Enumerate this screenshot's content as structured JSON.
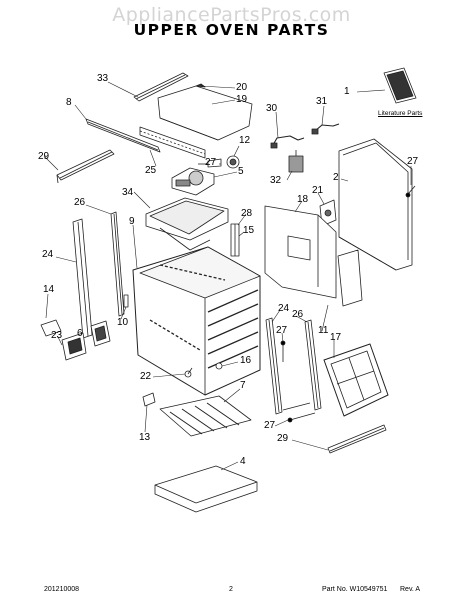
{
  "watermark": "AppliancePartsPros.com",
  "title": "UPPER OVEN PARTS",
  "literature_label": "Literature Parts",
  "footer": {
    "doc_code": "201210008",
    "page_number": "2",
    "part_number": "Part No. W10549751",
    "revision": "Rev. A"
  },
  "callouts": [
    "33",
    "20",
    "19",
    "8",
    "30",
    "31",
    "1",
    "12",
    "29",
    "27",
    "25",
    "5",
    "32",
    "2",
    "27",
    "34",
    "28",
    "21",
    "18",
    "26",
    "15",
    "9",
    "24",
    "14",
    "6",
    "23",
    "10",
    "11",
    "24",
    "26",
    "27",
    "17",
    "22",
    "7",
    "16",
    "27",
    "13",
    "29",
    "4"
  ]
}
